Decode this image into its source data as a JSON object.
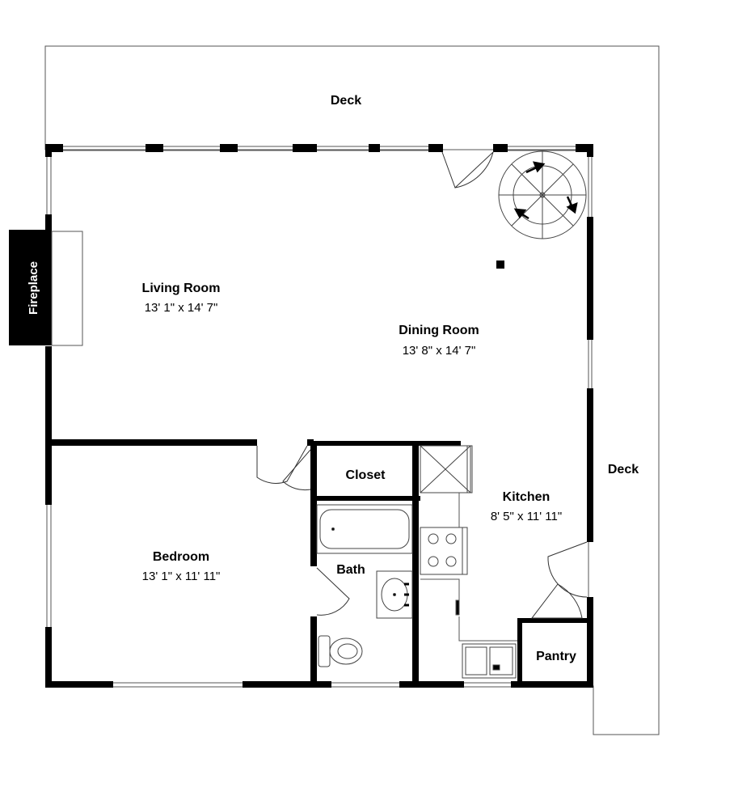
{
  "plan": {
    "deck_top_label": "Deck",
    "deck_right_label": "Deck",
    "fireplace_label": "Fireplace",
    "rooms": {
      "living": {
        "name": "Living Room",
        "dims": "13' 1\" x 14' 7\""
      },
      "dining": {
        "name": "Dining Room",
        "dims": "13' 8\" x 14' 7\""
      },
      "bedroom": {
        "name": "Bedroom",
        "dims": "13' 1\" x 11' 11\""
      },
      "kitchen": {
        "name": "Kitchen",
        "dims": "8' 5\" x 11' 11\""
      },
      "closet": {
        "name": "Closet"
      },
      "bath": {
        "name": "Bath"
      },
      "pantry": {
        "name": "Pantry"
      }
    }
  }
}
